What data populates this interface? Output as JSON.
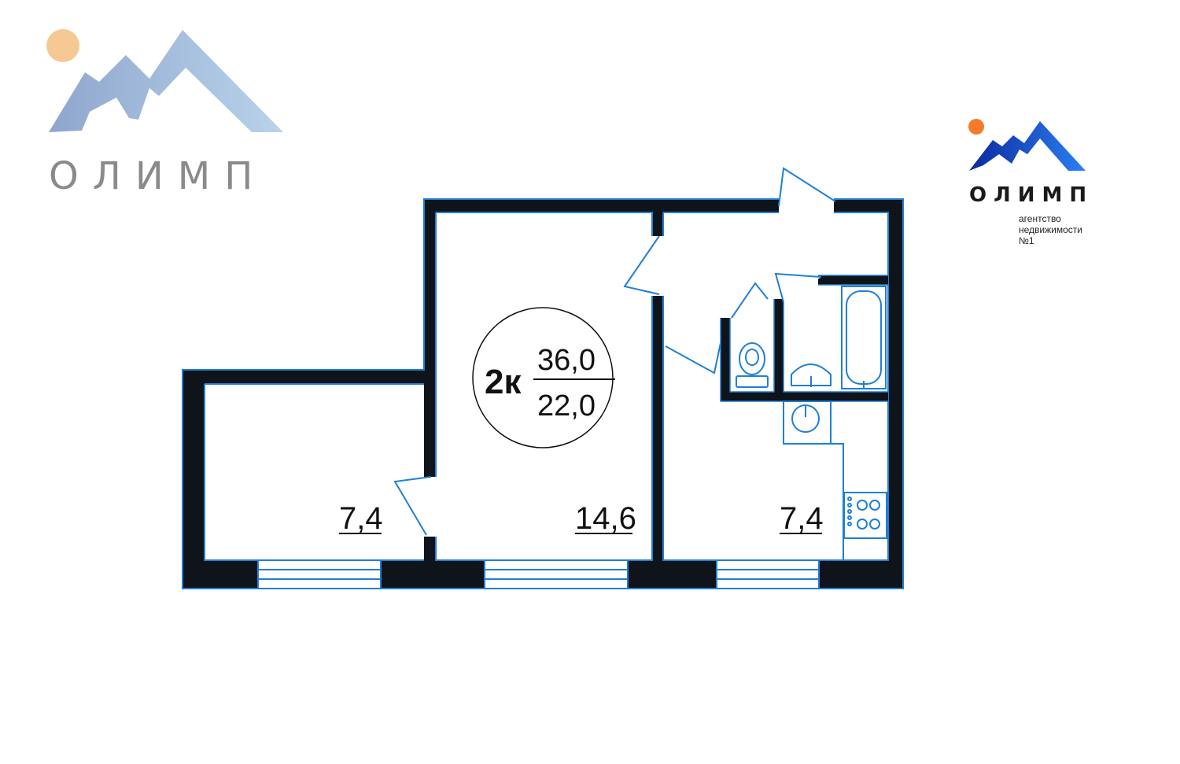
{
  "logo_large": {
    "text": "ОЛИМП"
  },
  "logo_small": {
    "text": "ОЛИМП",
    "tagline": [
      "агентство",
      "недвижимости",
      "№1"
    ]
  },
  "apartment": {
    "rooms_label": "2к",
    "total_area": "36,0",
    "living_area": "22,0"
  },
  "rooms": [
    {
      "id": "balcony-room",
      "area": "7,4"
    },
    {
      "id": "living-room",
      "area": "14,6"
    },
    {
      "id": "kitchen",
      "area": "7,4"
    }
  ],
  "colors": {
    "wall": "#0f131a",
    "outline": "#1f7fd6",
    "logo_mountain_large": "#a9bfdc",
    "logo_sun_large": "#f6c894",
    "logo_mountain_small": "#1654d9",
    "logo_sun_small": "#f57b2a"
  },
  "icons": [
    "toilet-icon",
    "sink-icon",
    "bathtub-icon",
    "washing-machine-icon",
    "stove-icon"
  ]
}
